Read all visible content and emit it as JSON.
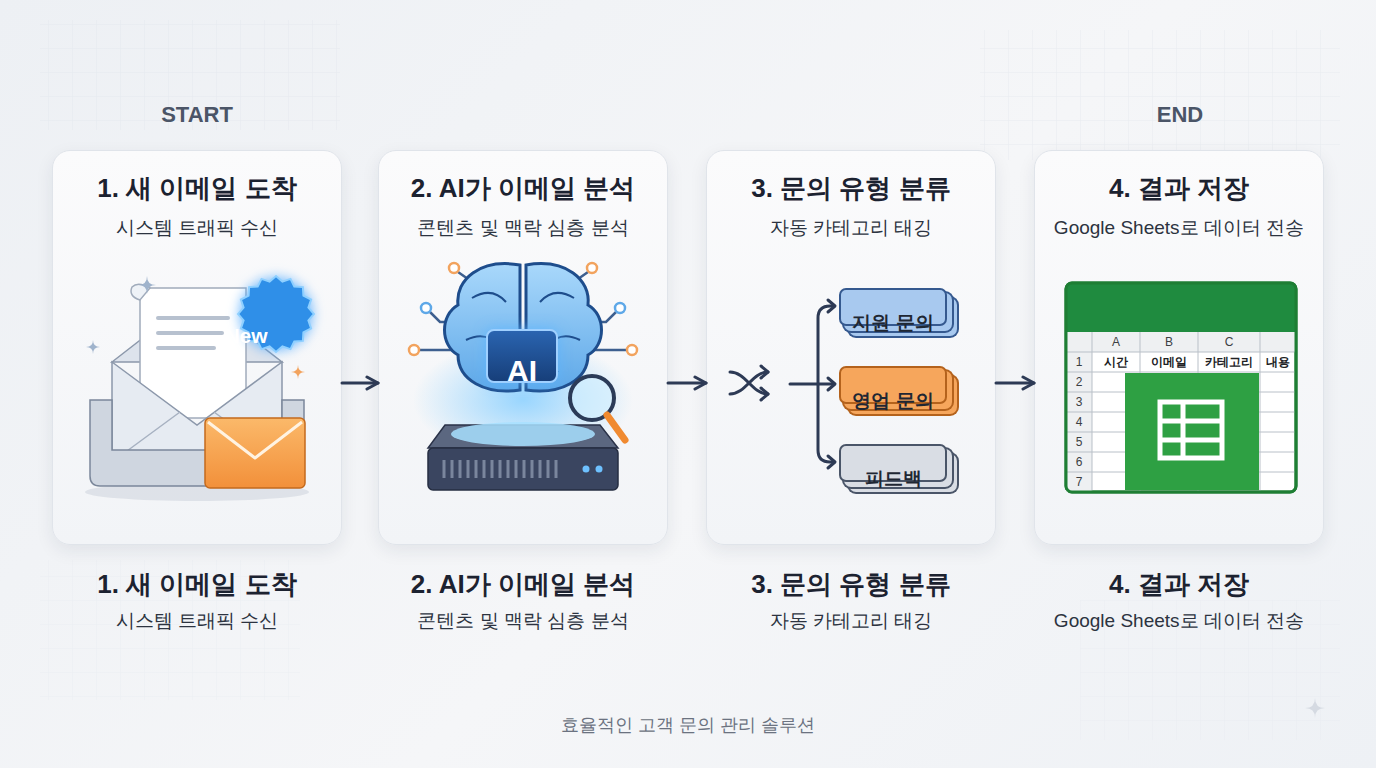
{
  "diagram": {
    "caption": "효율적인 고객 문의 관리 솔루션",
    "nodes": [
      {
        "text": [
          "1. 새 이메일 도착",
          "시스템 트래픽 수신",
          "1. 새 이메일 도착",
          "시스템 트래픽 수신"
        ]
      },
      {
        "text": [
          "New"
        ],
        "in": 0
      },
      {
        "text": [
          "2. AI가 이메일 분석",
          "콘텐츠 및 맥락 심층 분석",
          "2. AI가 이메일 분석",
          "콘텐츠 및 맥락 심층 분석"
        ]
      },
      {
        "text": [
          "AI"
        ],
        "in": 2
      },
      {
        "text": [
          "3. 문의 유형 분류",
          "자동 카테고리 태깅",
          "3. 문의 유형 분류",
          "자동 카테고리 태깅"
        ]
      },
      {
        "text": [
          "지원 문의"
        ],
        "in": 4
      },
      {
        "text": [
          "영업 문의"
        ],
        "in": 4
      },
      {
        "text": [
          "피드백"
        ],
        "in": 4
      },
      {
        "text": [
          "4. 결과 저장",
          "Google Sheets로 데이터 전송",
          "4. 결과 저장",
          "Google Sheets로 데이터 전송"
        ]
      }
    ],
    "edges": [
      {
        "from": 0,
        "to": 2,
        "arrow": "to"
      },
      {
        "from": 2,
        "to": 4,
        "arrow": "to"
      },
      {
        "from": 4,
        "to": 8,
        "arrow": "to"
      }
    ],
    "labels": [
      "START",
      "END",
      "A",
      "B",
      "C",
      "1",
      "시간",
      "이메일",
      "카테고리",
      "내용",
      "2",
      "3",
      "4",
      "5",
      "6",
      "7"
    ]
  }
}
